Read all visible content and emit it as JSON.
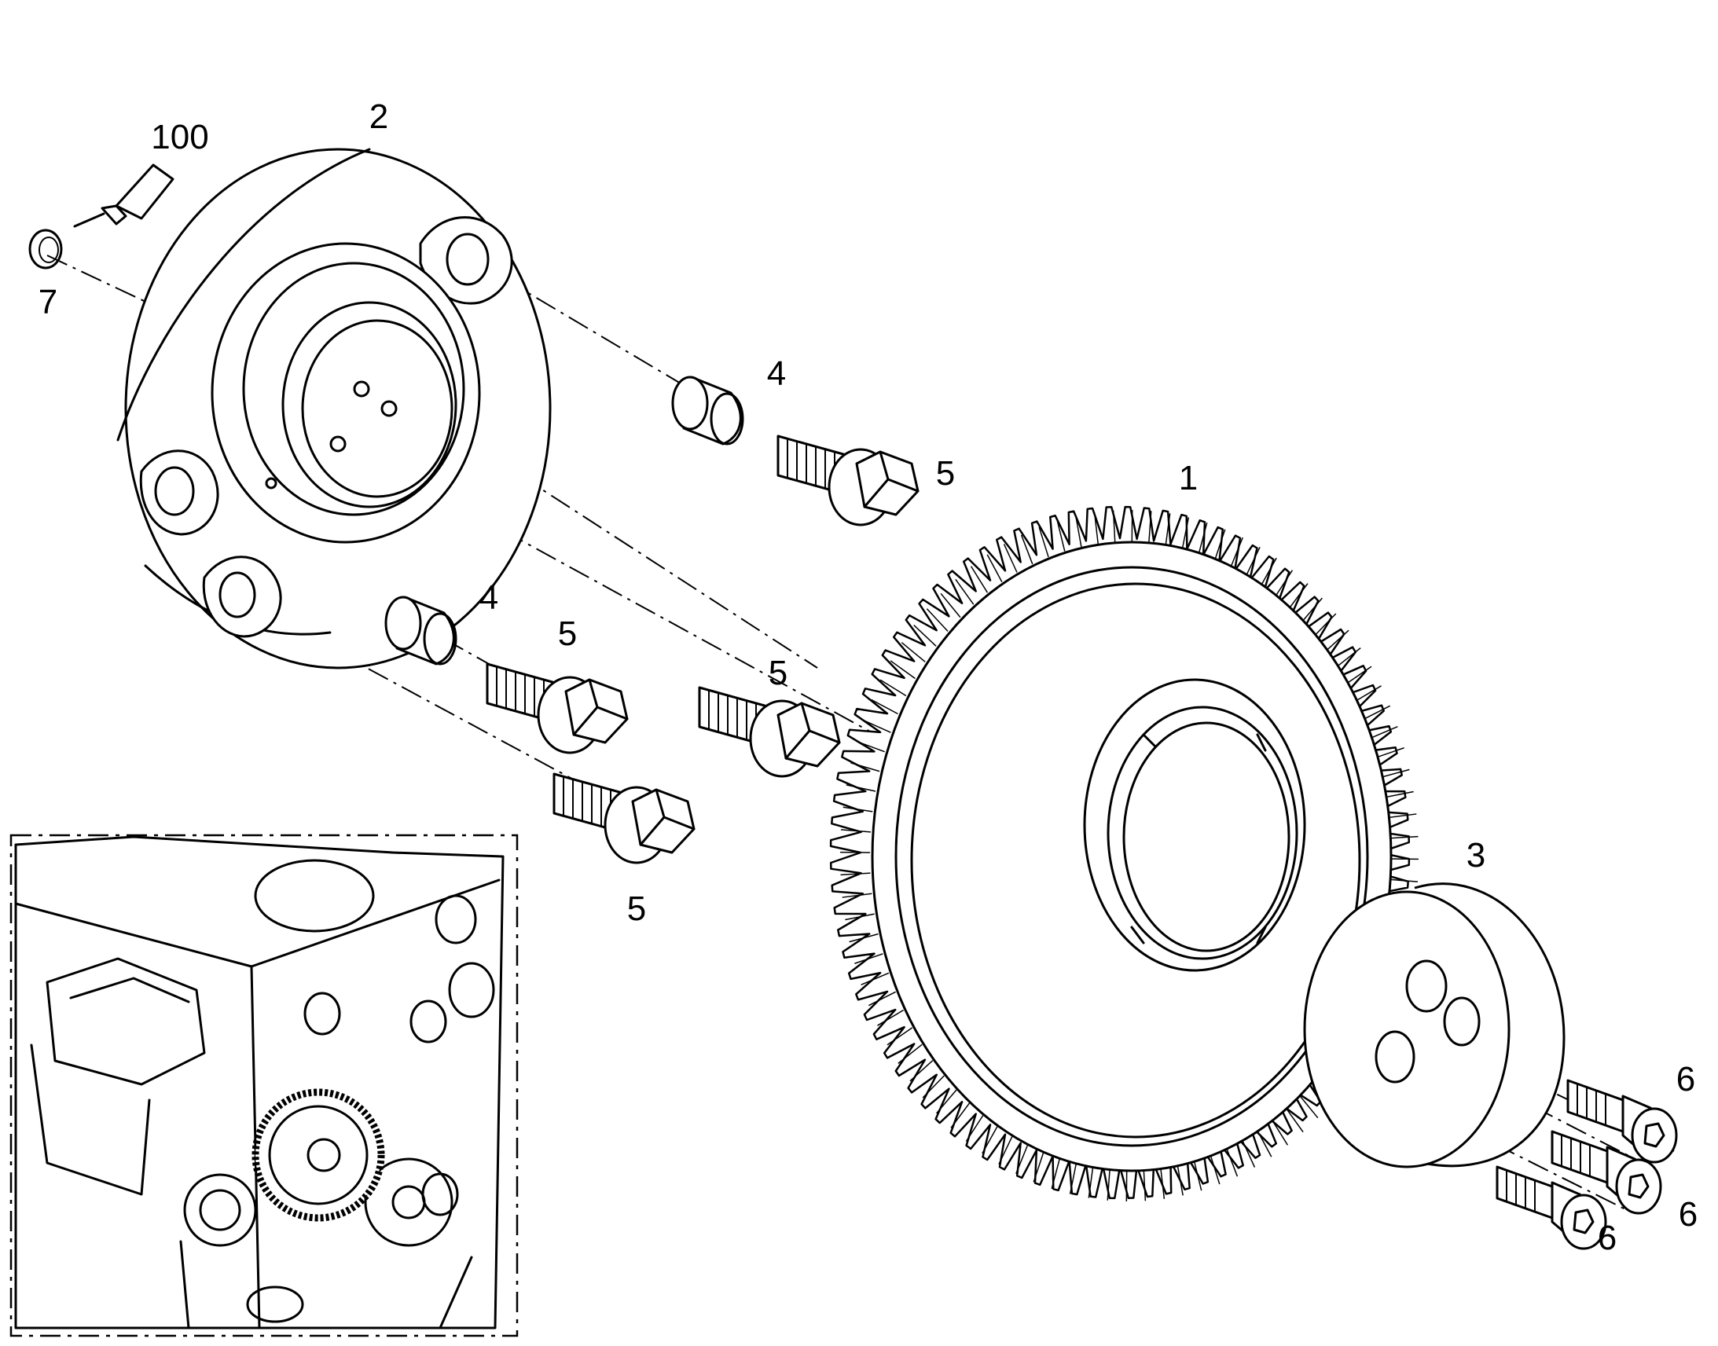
{
  "callouts": {
    "c1": "1",
    "c2": "2",
    "c3": "3",
    "c4a": "4",
    "c4b": "4",
    "c5a": "5",
    "c5b": "5",
    "c5c": "5",
    "c5d": "5",
    "c6a": "6",
    "c6b": "6",
    "c6c": "6",
    "c7": "7",
    "c100": "100"
  },
  "colors": {
    "line": "#000000",
    "background": "#ffffff"
  }
}
